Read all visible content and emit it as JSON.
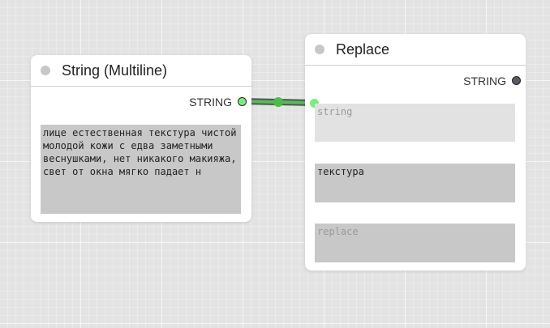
{
  "nodes": {
    "string_multiline": {
      "title": "String (Multiline)",
      "output_label": "STRING",
      "text_value": "лице естественная текстура чистой молодой кожи с едва заметными веснушками, нет никакого макияжа, свет от окна мягко падает н"
    },
    "replace": {
      "title": "Replace",
      "output_label": "STRING",
      "string_placeholder": "string",
      "find_value": "текстура",
      "replace_placeholder": "replace"
    }
  },
  "colors": {
    "connected_socket": "#7aee7a",
    "output_socket_unconnected": "#5a5a66",
    "wire_outline": "#4a5a4a",
    "wire_fill": "#5cb85c",
    "wire_midpoint": "#4cbb4c"
  }
}
